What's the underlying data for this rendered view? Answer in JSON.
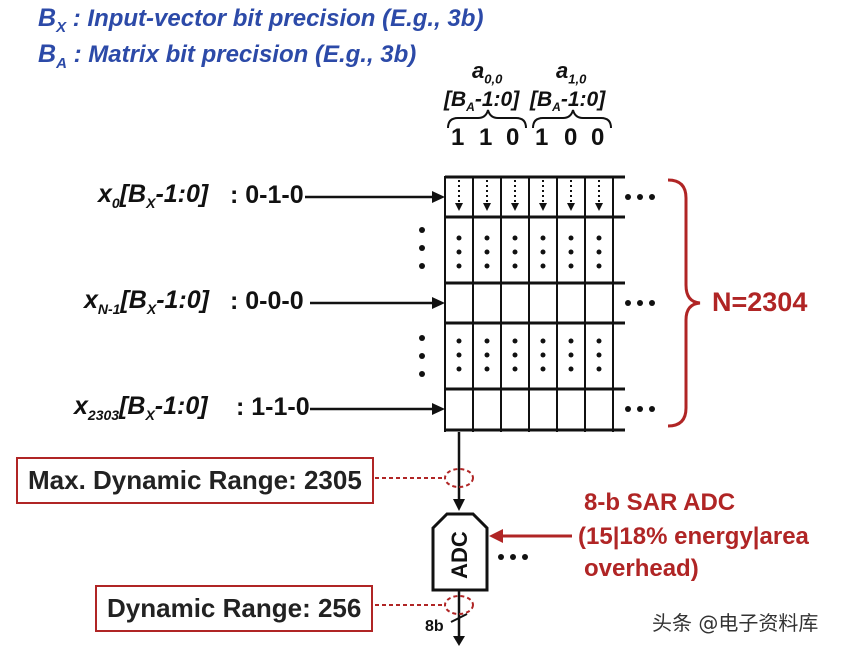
{
  "legend": {
    "bx_symbol": "B",
    "bx_sub": "X",
    "bx_text": ": Input-vector bit precision (E.g., 3b)",
    "ba_symbol": "B",
    "ba_sub": "A",
    "ba_text": ": Matrix bit precision (E.g., 3b)"
  },
  "matrix_columns": {
    "a00": {
      "sym": "a",
      "sub": "0,0",
      "range_pre": "[B",
      "range_sub": "A",
      "range_post": "-1:0]",
      "bits": [
        "1",
        "1",
        "0"
      ]
    },
    "a10": {
      "sym": "a",
      "sub": "1,0",
      "range_pre": "[B",
      "range_sub": "A",
      "range_post": "-1:0]",
      "bits": [
        "1",
        "0",
        "0"
      ]
    }
  },
  "inputs": [
    {
      "sym": "x",
      "sub": "0",
      "range_pre": "[B",
      "range_sub": "X",
      "range_post": "-1:0]",
      "value": ": 0-1-0"
    },
    {
      "sym": "x",
      "sub": "N-1",
      "range_pre": "[B",
      "range_sub": "X",
      "range_post": "-1:0]",
      "value": ": 0-0-0"
    },
    {
      "sym": "x",
      "sub": "2303",
      "range_pre": "[B",
      "range_sub": "X",
      "range_post": "-1:0]",
      "value": ": 1-1-0"
    }
  ],
  "n_label": "N=2304",
  "max_dynamic_range": "Max. Dynamic Range: 2305",
  "dynamic_range": "Dynamic Range: 256",
  "adc": {
    "label": "ADC",
    "note_line1": "8-b SAR ADC",
    "note_line2": "(15|18% energy|area",
    "note_line3": "overhead)",
    "output_bits": "8b"
  },
  "watermark": "头条 @电子资料库",
  "colors": {
    "legend_blue": "#2c4aa8",
    "annotation_red": "#b02525",
    "ink": "#111111"
  }
}
